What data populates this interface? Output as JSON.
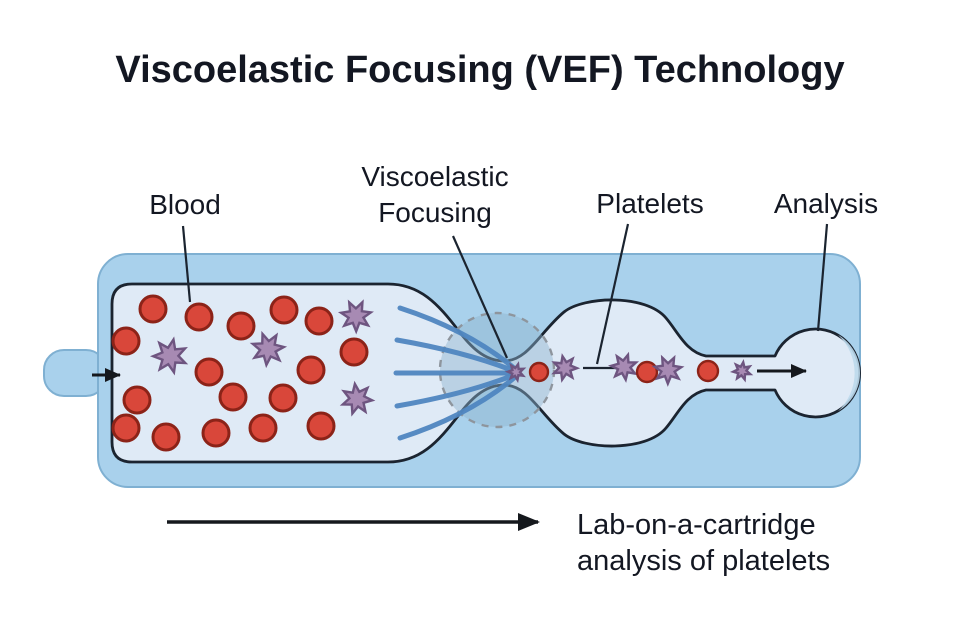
{
  "title": "Viscoelastic Focusing (VEF) Technology",
  "labels": {
    "blood": "Blood",
    "focusing_line1": "Viscoelastic",
    "focusing_line2": "Focusing",
    "platelets": "Platelets",
    "analysis": "Analysis"
  },
  "caption": {
    "line1": "Lab-on-a-cartridge",
    "line2": "analysis of platelets"
  },
  "colors": {
    "page_bg": "#ffffff",
    "text": "#131722",
    "cartridge_fill": "#a9d1ec",
    "cartridge_edge": "#7fb0d2",
    "channel_fill": "#dfeaf6",
    "channel_outline": "#1b2430",
    "focus_zone_fill": "#8fb3cf",
    "focus_zone_edge": "#8e959d",
    "streamline": "#4f86c0",
    "red_cell_fill": "#d9473a",
    "red_cell_edge": "#8c2318",
    "platelet_fill": "#a78ab3",
    "platelet_edge": "#6e5580",
    "arrow": "#15181d",
    "analysis_crescent": "#bcd9ec"
  },
  "icons": {
    "red_cell": "red-blood-cell",
    "platelet": "platelet-star",
    "flow_arrow": "flow-arrow"
  }
}
